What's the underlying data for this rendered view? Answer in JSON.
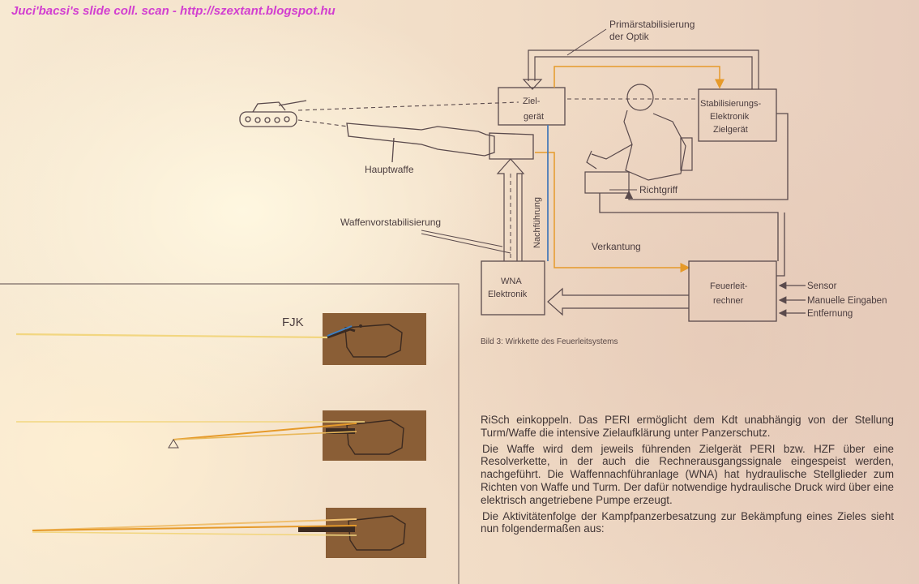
{
  "watermark": "Juci'bacsi's slide coll. scan - http://szextant.blogspot.hu",
  "diagram": {
    "labels": {
      "primary_stab_1": "Primärstabilisierung",
      "primary_stab_2": "der Optik",
      "zielgeraet_1": "Ziel-",
      "zielgeraet_2": "gerät",
      "stab_elek_1": "Stabilisierungs-",
      "stab_elek_2": "Elektronik",
      "stab_elek_3": "Zielgerät",
      "hauptwaffe": "Hauptwaffe",
      "richtgriff": "Richtgriff",
      "waffenvorstab": "Waffenvorstabilisierung",
      "nachfuehrung": "Nachführung",
      "verkantung": "Verkantung",
      "wna_1": "WNA",
      "wna_2": "Elektronik",
      "feuerleit_1": "Feuerleit-",
      "feuerleit_2": "rechner",
      "sensor": "Sensor",
      "manuelle": "Manuelle Eingaben",
      "entfernung": "Entfernung",
      "fjk": "FJK"
    },
    "caption": "Bild 3: Wirkkette des Feuerleitsystems"
  },
  "text": {
    "p1": "RiSch einkoppeln. Das PERI ermöglicht dem Kdt unabhängig von der Stellung Turm/Waffe die intensive Zielaufklärung unter Panzerschutz.",
    "p2": "Die Waffe wird dem jeweils führenden Zielgerät PERI bzw. HZF über eine Resolverkette, in der auch die Rechnerausgangssignale eingespeist werden, nachgeführt. Die Waffennachführanlage (WNA) hat hydraulische Stellglieder zum Richten von Waffe und Turm. Der dafür notwendige hydraulische Druck wird über eine elektrisch angetriebene Pumpe erzeugt.",
    "p3": "Die Aktivitätenfolge der Kampfpanzerbesatzung zur Bekämpfung eines Zieles sieht nun folgendermaßen aus:"
  },
  "colors": {
    "line": "#5a4a4c",
    "orange_signal": "#e69a2a",
    "blue_signal": "#4a7bb8",
    "tank_box": "#8a5e36",
    "watermark": "#d23fd0"
  }
}
